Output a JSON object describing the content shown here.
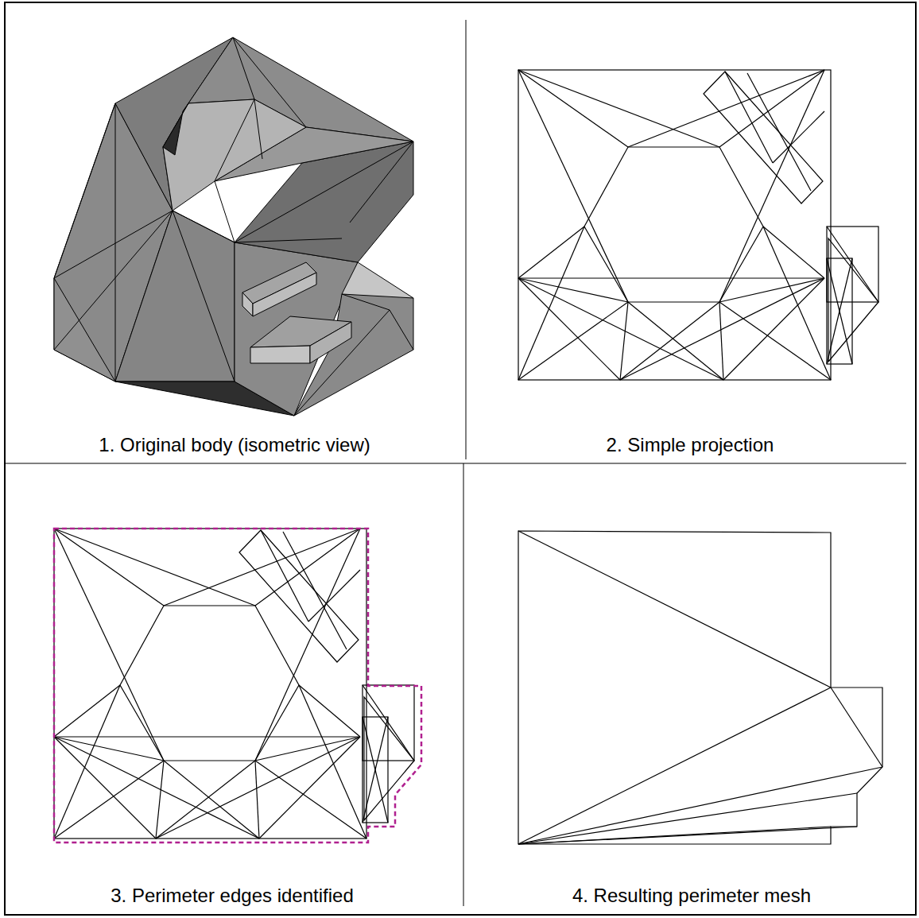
{
  "diagram": {
    "labels": [
      "1. Original body (isometric view)",
      "2. Simple projection",
      "3. Perimeter edges identified",
      "4. Resulting perimeter mesh"
    ]
  }
}
